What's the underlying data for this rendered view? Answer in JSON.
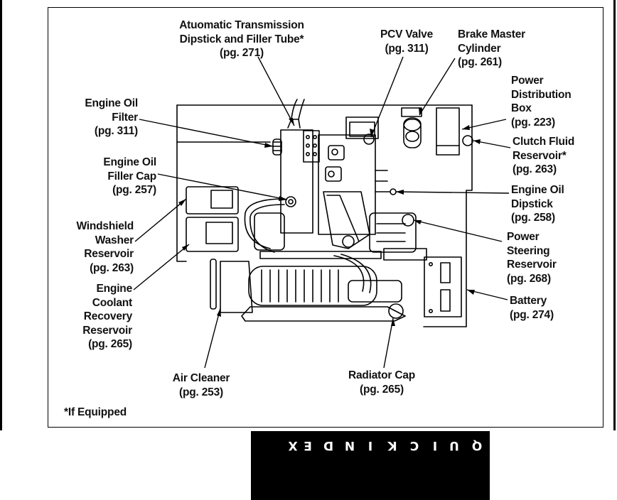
{
  "labels": {
    "transmission": [
      "Atuomatic Transmission",
      "Dipstick and Filler Tube*",
      "(pg. 271)"
    ],
    "pcv": [
      "PCV Valve",
      "(pg. 311)"
    ],
    "brake": [
      "Brake Master",
      "Cylinder",
      "(pg. 261)"
    ],
    "power_distribution": [
      "Power",
      "Distribution",
      "Box",
      "(pg. 223)"
    ],
    "clutch": [
      "Clutch Fluid",
      "Reservoir*",
      "(pg. 263)"
    ],
    "oil_filter": [
      "Engine Oil",
      "Filter",
      "(pg. 311)"
    ],
    "oil_filler": [
      "Engine Oil",
      "Filler Cap",
      "(pg. 257)"
    ],
    "oil_dipstick": [
      "Engine Oil",
      "Dipstick",
      "(pg. 258)"
    ],
    "washer": [
      "Windshield",
      "Washer",
      "Reservoir",
      "(pg. 263)"
    ],
    "power_steering": [
      "Power",
      "Steering",
      "Reservoir",
      "(pg. 268)"
    ],
    "coolant": [
      "Engine",
      "Coolant",
      "Recovery",
      "Reservoir",
      "(pg. 265)"
    ],
    "battery": [
      "Battery",
      "(pg. 274)"
    ],
    "air_cleaner": [
      "Air Cleaner",
      "(pg. 253)"
    ],
    "radiator": [
      "Radiator Cap",
      "(pg. 265)"
    ]
  },
  "footnote": "*If Equipped",
  "tab": {
    "letters": [
      "Q",
      "U",
      "I",
      "C",
      "K",
      "I",
      "N",
      "D",
      "E",
      "X"
    ]
  }
}
